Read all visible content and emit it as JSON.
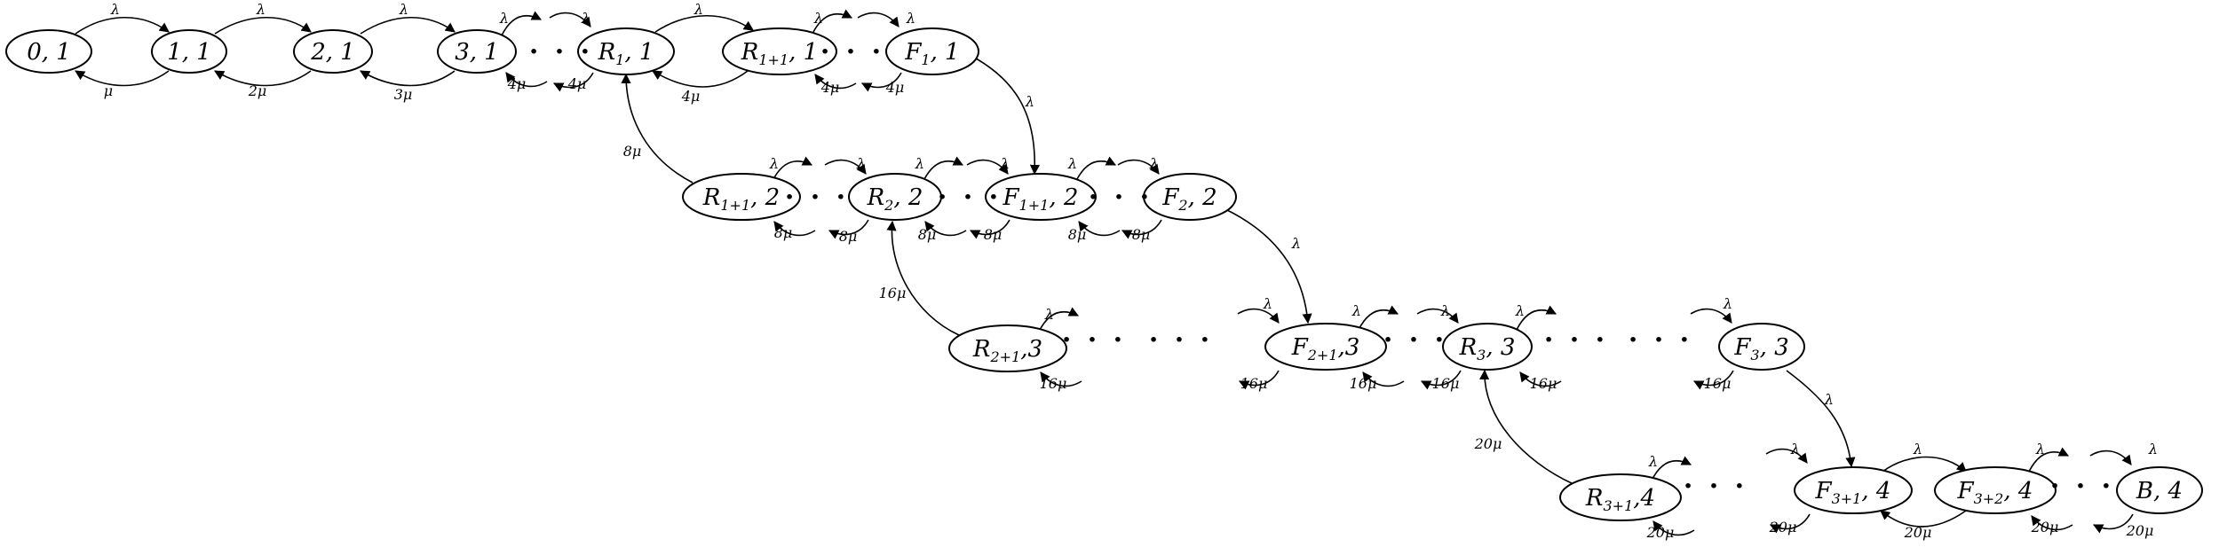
{
  "diagram": {
    "title": "",
    "colors": {
      "stroke": "#000000",
      "fill": "#ffffff"
    },
    "nodes": [
      {
        "id": "n01",
        "label": "0, 1"
      },
      {
        "id": "n11",
        "label": "1, 1"
      },
      {
        "id": "n21",
        "label": "2, 1"
      },
      {
        "id": "n31",
        "label": "3, 1"
      },
      {
        "id": "nR1",
        "main": "R",
        "sub": "1",
        "tail": ", 1"
      },
      {
        "id": "nR11",
        "main": "R",
        "sub": "1+1",
        "tail": ", 1"
      },
      {
        "id": "nF1",
        "main": "F",
        "sub": "1",
        "tail": ", 1"
      },
      {
        "id": "nR12",
        "main": "R",
        "sub": "1+1",
        "tail": ", 2"
      },
      {
        "id": "nR2",
        "main": "R",
        "sub": "2",
        "tail": ", 2"
      },
      {
        "id": "nF12",
        "main": "F",
        "sub": "1+1",
        "tail": ", 2"
      },
      {
        "id": "nF2",
        "main": "F",
        "sub": "2",
        "tail": ", 2"
      },
      {
        "id": "nR23",
        "main": "R",
        "sub": "2+1",
        "tail": ",3"
      },
      {
        "id": "nF23",
        "main": "F",
        "sub": "2+1",
        "tail": ",3"
      },
      {
        "id": "nR3",
        "main": "R",
        "sub": "3",
        "tail": ", 3"
      },
      {
        "id": "nF3",
        "main": "F",
        "sub": "3",
        "tail": ", 3"
      },
      {
        "id": "nR34",
        "main": "R",
        "sub": "3+1",
        "tail": ",4"
      },
      {
        "id": "nF34",
        "main": "F",
        "sub": "3+1",
        "tail": ", 4"
      },
      {
        "id": "nF324",
        "main": "F",
        "sub": "3+2",
        "tail": ", 4"
      },
      {
        "id": "nB4",
        "label": "B, 4"
      }
    ],
    "edge_labels": {
      "lambda": "λ",
      "mu": "μ",
      "mu2": "2μ",
      "mu3": "3μ",
      "mu4": "4μ",
      "mu8": "8μ",
      "mu16": "16μ",
      "mu20": "20μ"
    },
    "ellipsis": "· · ·"
  }
}
